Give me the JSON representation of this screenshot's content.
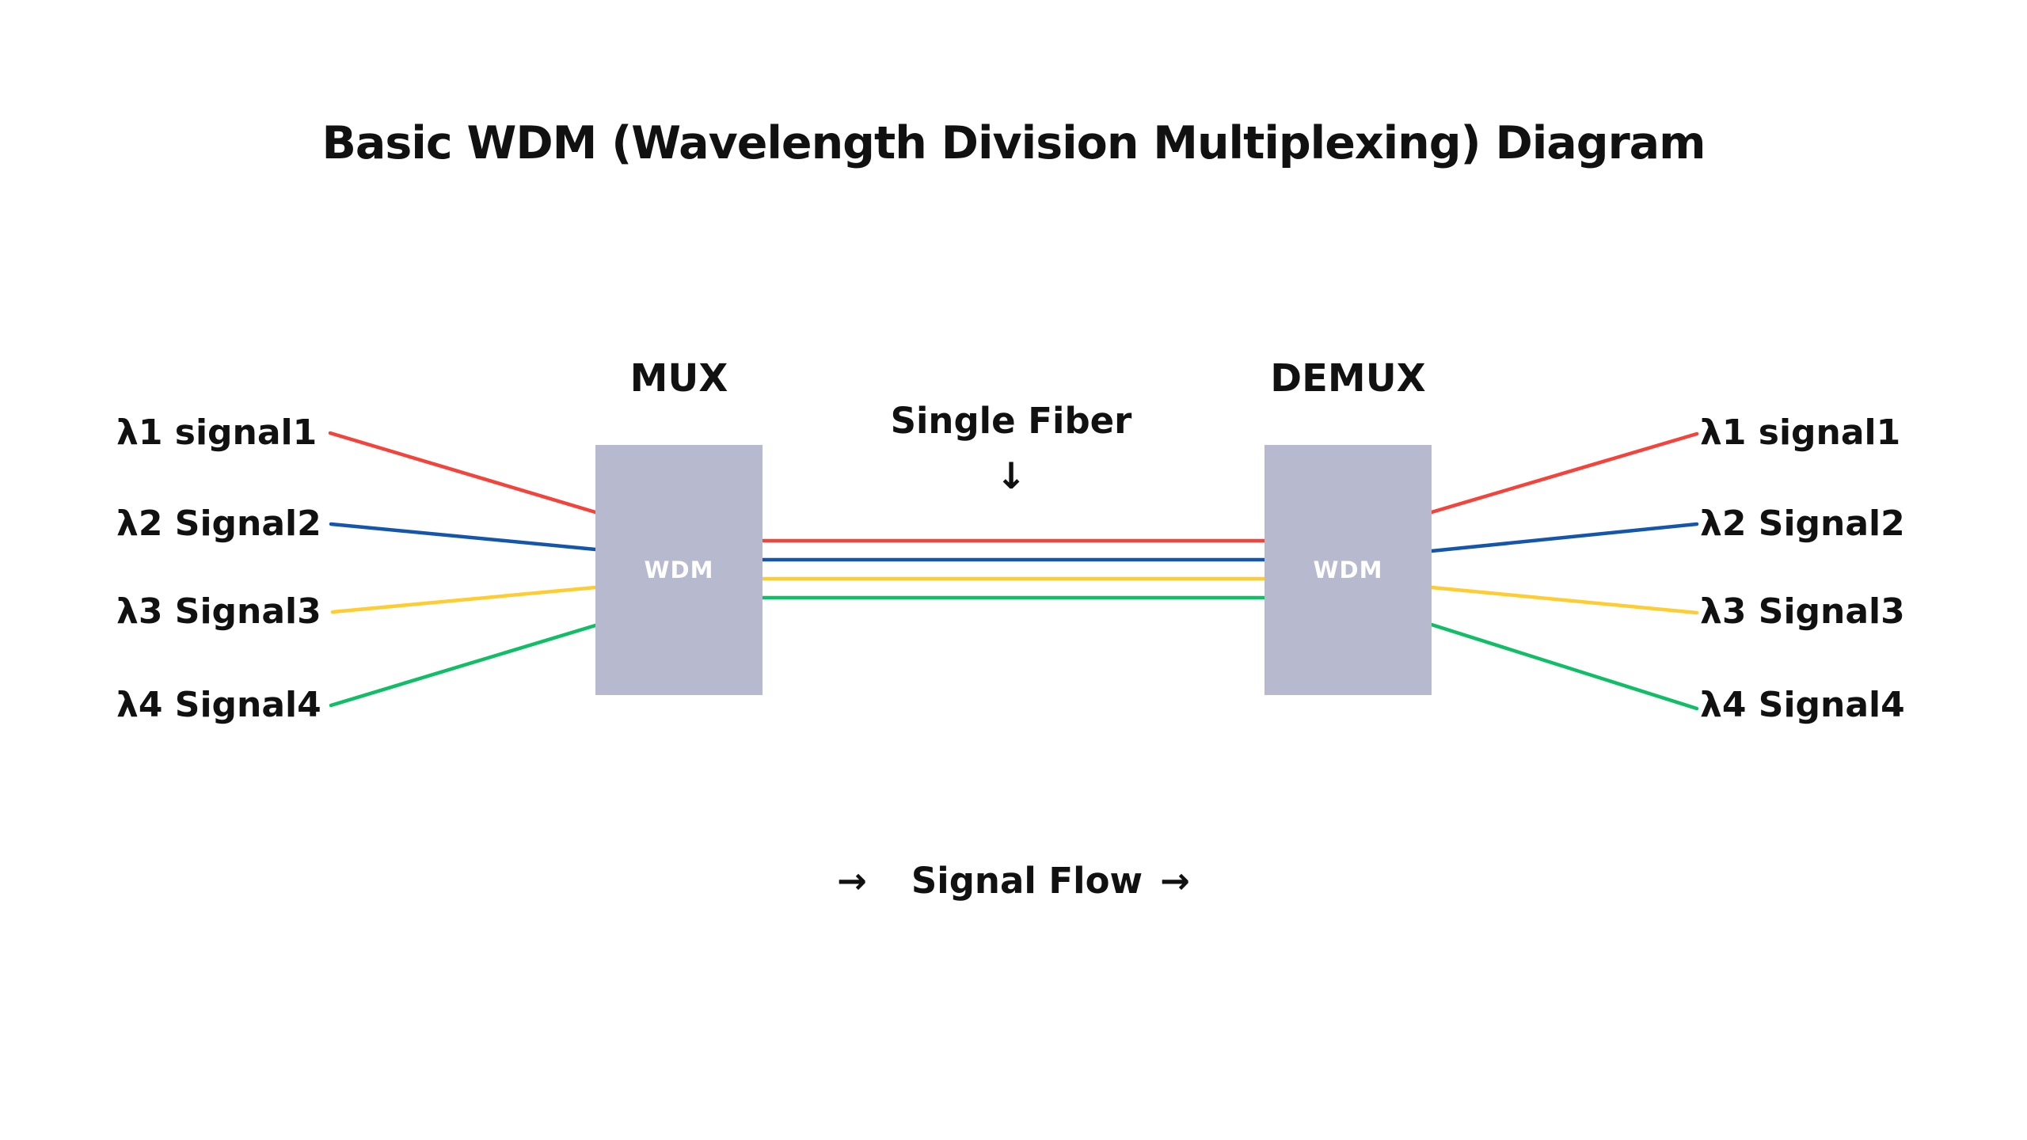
{
  "title": "Basic WDM (Wavelength Division Multiplexing) Diagram",
  "mux": {
    "heading": "MUX",
    "box_text": "WDM"
  },
  "demux": {
    "heading": "DEMUX",
    "box_text": "WDM"
  },
  "fiber": {
    "label": "Single Fiber",
    "down_arrow": "↓"
  },
  "signal_flow": {
    "arrow_left": "→",
    "label": "Signal Flow",
    "arrow_right": "→"
  },
  "channels": [
    {
      "id": "lambda1",
      "left_label": "λ1 signal1",
      "right_label": "λ1 signal1",
      "color": "#f4433b"
    },
    {
      "id": "lambda2",
      "left_label": "λ2 Signal2",
      "right_label": "λ2 Signal2",
      "color": "#1456ac"
    },
    {
      "id": "lambda3",
      "left_label": "λ3 Signal3",
      "right_label": "λ3 Signal3",
      "color": "#ffcd31"
    },
    {
      "id": "lambda4",
      "left_label": "λ4 Signal4",
      "right_label": "λ4 Signal4",
      "color": "#0fbe65"
    }
  ],
  "colors": {
    "box_fill": "#b7b9ce",
    "box_text": "#ffffff",
    "text": "#111111",
    "background": "#ffffff"
  }
}
